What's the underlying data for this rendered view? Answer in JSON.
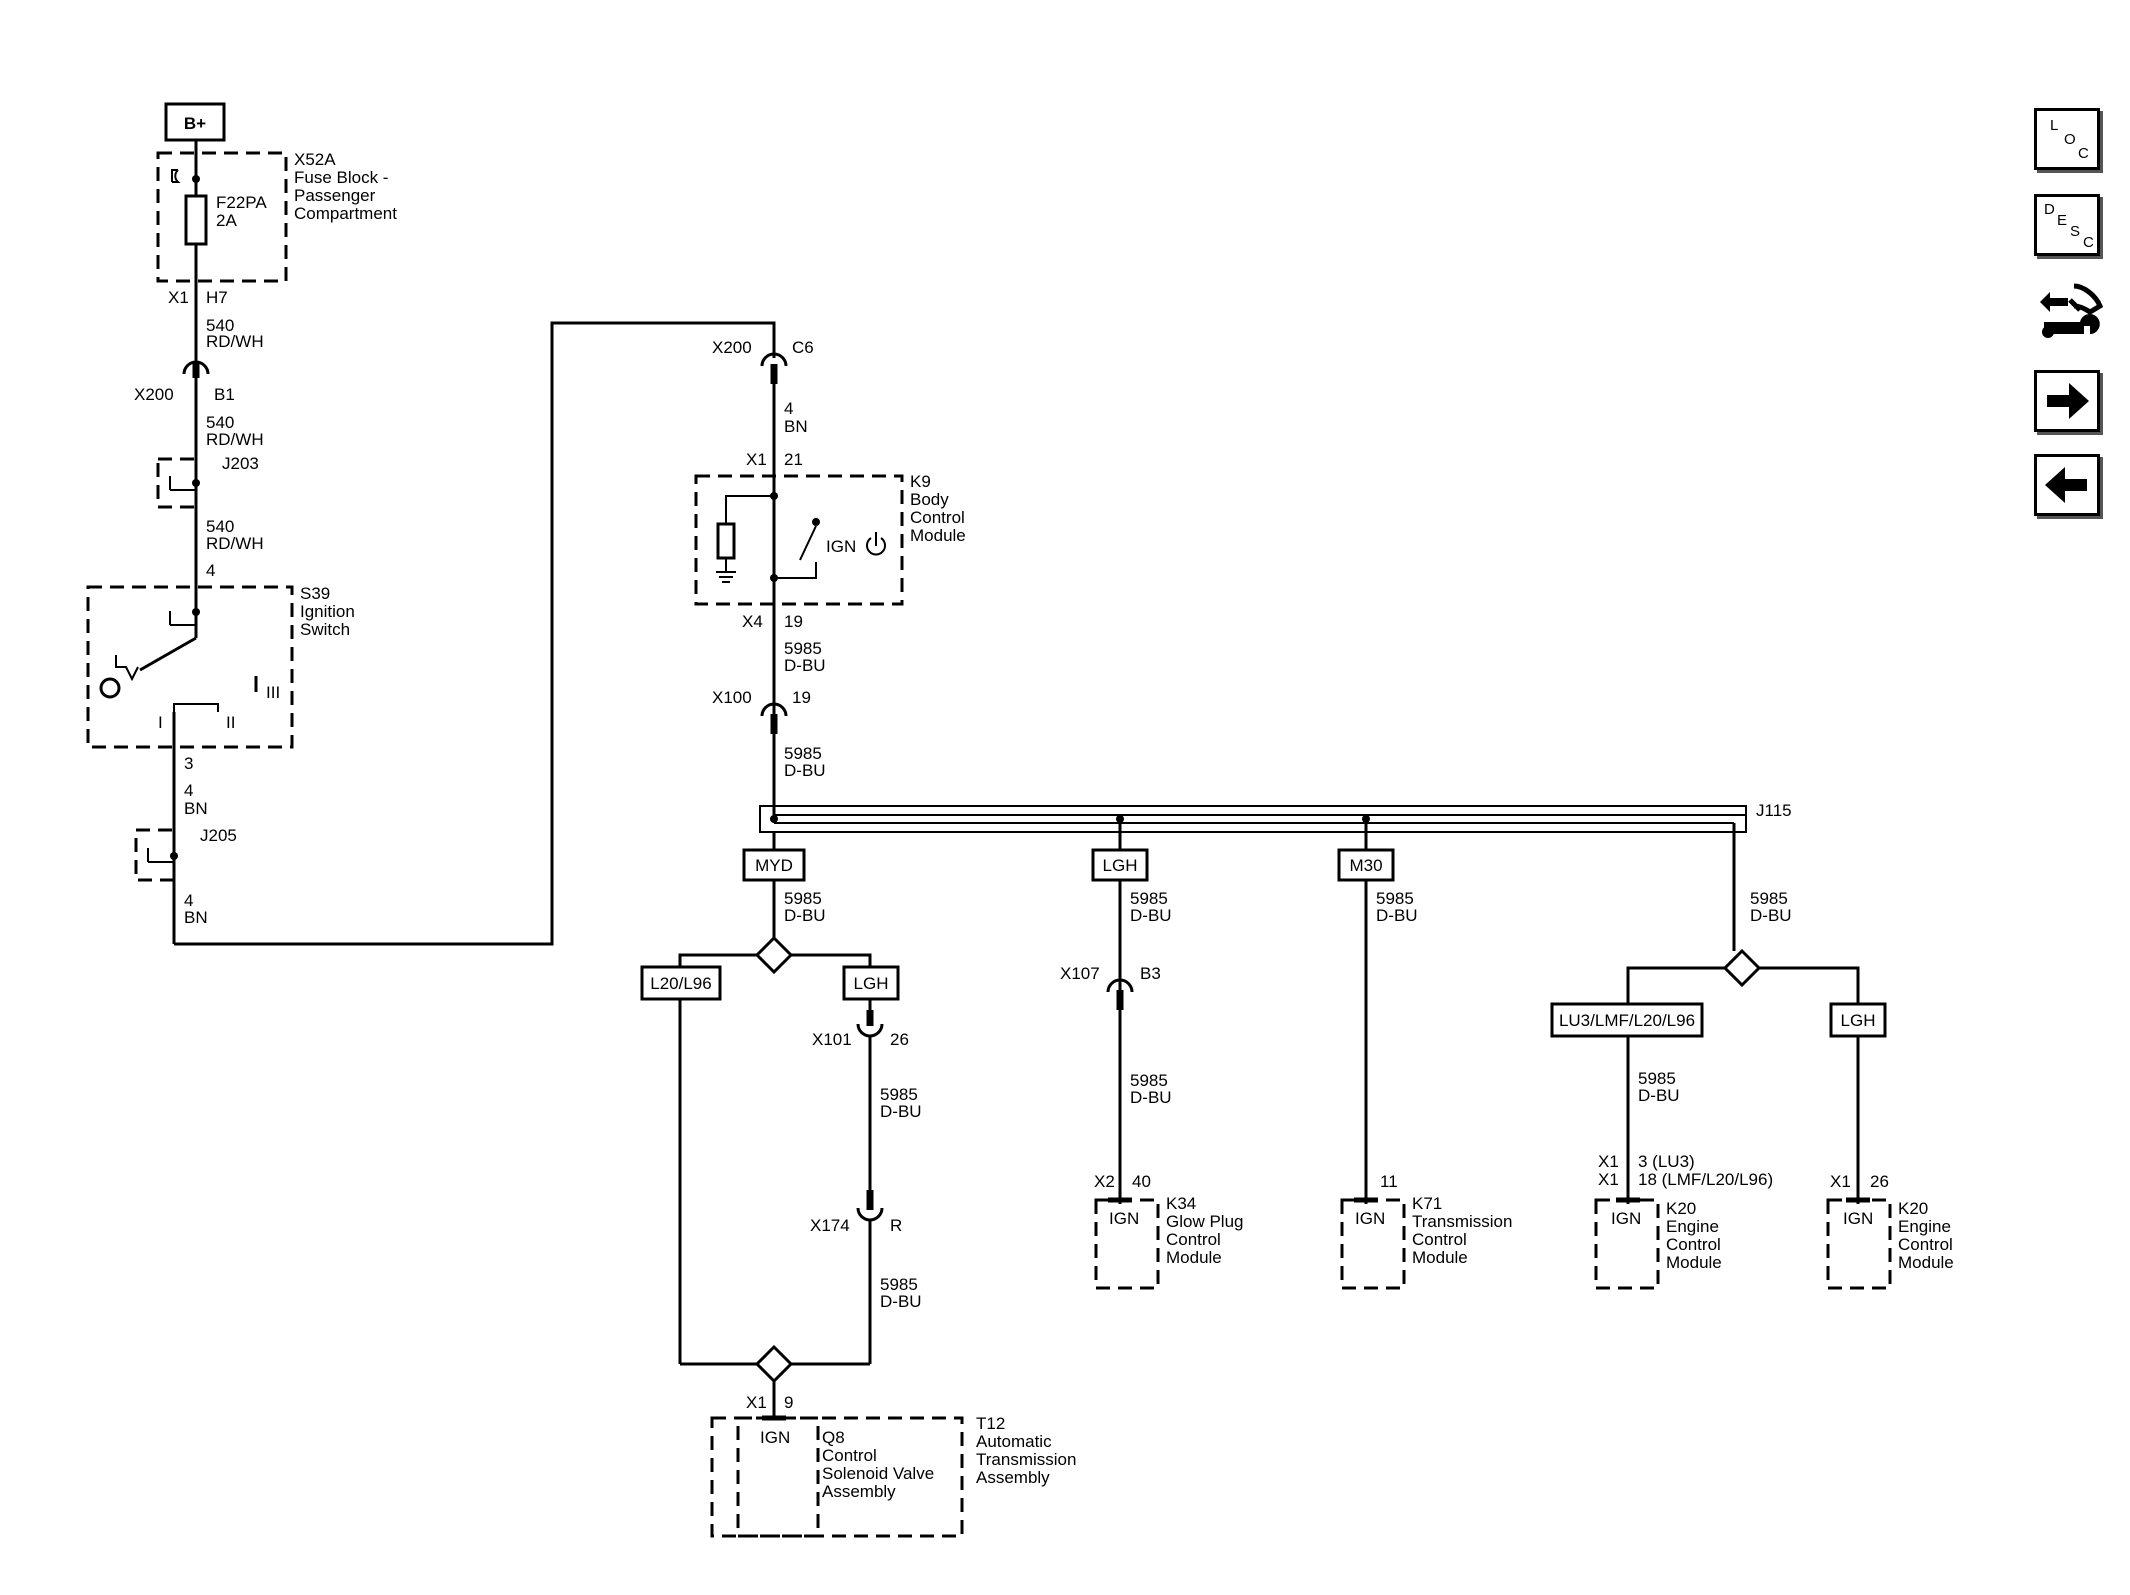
{
  "source": {
    "label": "B+"
  },
  "fuse_block": {
    "ref": "X52A",
    "line1": "Fuse Block -",
    "line2": "Passenger",
    "line3": "Compartment",
    "fuse_ref": "F22PA",
    "fuse_rating": "2A"
  },
  "connectors": {
    "x1_h7": {
      "ref": "X1",
      "pin": "H7"
    },
    "x200_b1": {
      "ref": "X200",
      "pin": "B1"
    },
    "x200_c6": {
      "ref": "X200",
      "pin": "C6"
    },
    "x1_21": {
      "ref": "X1",
      "pin": "21"
    },
    "x4_19": {
      "ref": "X4",
      "pin": "19"
    },
    "x100_19": {
      "ref": "X100",
      "pin": "19"
    },
    "x107_b3": {
      "ref": "X107",
      "pin": "B3"
    },
    "x101_26": {
      "ref": "X101",
      "pin": "26"
    },
    "x174_r": {
      "ref": "X174",
      "pin": "R"
    },
    "x1_9": {
      "ref": "X1",
      "pin": "9"
    },
    "x2_40": {
      "ref": "X2",
      "pin": "40"
    },
    "k71_11": {
      "pin": "11"
    },
    "k20a": {
      "ref1": "X1",
      "pin1": "3 (LU3)",
      "ref2": "X1",
      "pin2": "18 (LMF/L20/L96)"
    },
    "k20b": {
      "ref": "X1",
      "pin": "26"
    }
  },
  "splices": {
    "j203": "J203",
    "j205": "J205",
    "j115": "J115"
  },
  "ignition_switch": {
    "ref": "S39",
    "line1": "Ignition",
    "line2": "Switch",
    "pin_in": "4",
    "pin_out": "3",
    "pos_1": "I",
    "pos_2": "II",
    "pos_3": "III"
  },
  "wires": {
    "w540": {
      "circuit": "540",
      "color": "RD/WH"
    },
    "w4": {
      "circuit": "4",
      "color": "BN"
    },
    "w5985": {
      "circuit": "5985",
      "color": "D-BU"
    }
  },
  "bcm": {
    "ref": "K9",
    "line1": "Body",
    "line2": "Control",
    "line3": "Module",
    "ign_label": "IGN"
  },
  "options": {
    "myd": "MYD",
    "lgh": "LGH",
    "m30": "M30",
    "l20l96": "L20/L96",
    "lu3": "LU3/LMF/L20/L96"
  },
  "modules": {
    "k34": {
      "ref": "K34",
      "line1": "Glow Plug",
      "line2": "Control",
      "line3": "Module",
      "ign": "IGN"
    },
    "k71": {
      "ref": "K71",
      "line1": "Transmission",
      "line2": "Control",
      "line3": "Module",
      "ign": "IGN"
    },
    "k20": {
      "ref": "K20",
      "line1": "Engine",
      "line2": "Control",
      "line3": "Module",
      "ign": "IGN"
    },
    "q8": {
      "ref": "Q8",
      "line1": "Control",
      "line2": "Solenoid Valve",
      "line3": "Assembly",
      "ign": "IGN"
    },
    "t12": {
      "ref": "T12",
      "line1": "Automatic",
      "line2": "Transmission",
      "line3": "Assembly"
    }
  },
  "nav": {
    "loc": [
      "L",
      "O",
      "C"
    ],
    "desc": [
      "D",
      "E",
      "S",
      "C"
    ],
    "icons": [
      "diagnostic-tools-icon",
      "arrow-right-icon",
      "arrow-left-icon"
    ]
  }
}
